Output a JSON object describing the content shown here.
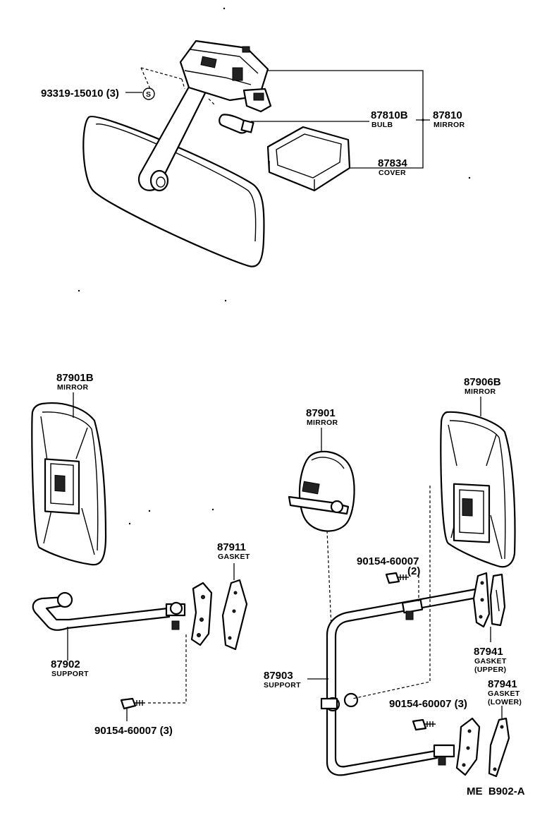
{
  "labels": {
    "clip_9331915010": "93319-15010 (3)",
    "bulb_no": "87810B",
    "bulb_nm": "BULB",
    "mirror_assy_no": "87810",
    "mirror_assy_nm": "MIRROR",
    "cover_no": "87834",
    "cover_nm": "COVER",
    "outer_mirror_b_no": "87901B",
    "outer_mirror_b_nm": "MIRROR",
    "round_mirror_no": "87901",
    "round_mirror_nm": "MIRROR",
    "outer_mirror_6b_no": "87906B",
    "outer_mirror_6b_nm": "MIRROR",
    "gasket_no": "87911",
    "gasket_nm": "GASKET",
    "screw_2_no": "90154-60007",
    "screw_2_qty": "(2)",
    "support_a_no": "87902",
    "support_a_nm": "SUPPORT",
    "support_b_no": "87903",
    "support_b_nm": "SUPPORT",
    "gasket_upper_no": "87941",
    "gasket_upper_nm": "GASKET",
    "gasket_upper_pos": "(UPPER)",
    "gasket_lower_no": "87941",
    "gasket_lower_nm": "GASKET",
    "gasket_lower_pos": "(LOWER)",
    "screw_3_right": "90154-60007 (3)",
    "screw_3_left": "90154-60007 (3)",
    "clip_symbol": "S",
    "diagram_code": "ME  B902-A"
  }
}
